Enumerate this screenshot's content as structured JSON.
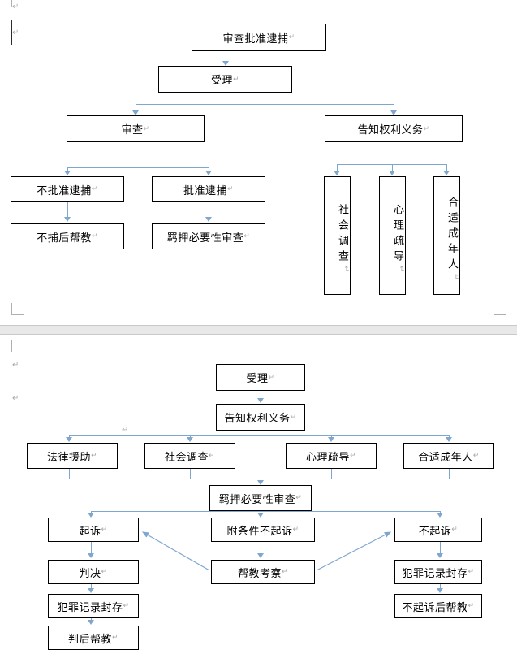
{
  "document": {
    "pilcrow_glyph": "↵",
    "connector_color": "#7FA7CE",
    "box_border_color": "#000000",
    "page_background": "#ffffff",
    "page_gap_color": "#e8e8e8"
  },
  "chart_data": [
    {
      "type": "diagram",
      "title": "审查批准逮捕",
      "nodes": [
        {
          "id": "n1",
          "label": "审查批准逮捕",
          "orientation": "horizontal"
        },
        {
          "id": "n2",
          "label": "受理",
          "orientation": "horizontal"
        },
        {
          "id": "n3",
          "label": "审查",
          "orientation": "horizontal"
        },
        {
          "id": "n4",
          "label": "告知权利义务",
          "orientation": "horizontal"
        },
        {
          "id": "n5",
          "label": "不批准逮捕",
          "orientation": "horizontal"
        },
        {
          "id": "n6",
          "label": "批准逮捕",
          "orientation": "horizontal"
        },
        {
          "id": "n7",
          "label": "不捕后帮教",
          "orientation": "horizontal"
        },
        {
          "id": "n8",
          "label": "羁押必要性审查",
          "orientation": "horizontal"
        },
        {
          "id": "n9",
          "label": "社会调查",
          "orientation": "vertical"
        },
        {
          "id": "n10",
          "label": "心理疏导",
          "orientation": "vertical"
        },
        {
          "id": "n11",
          "label": "合适成年人",
          "orientation": "vertical"
        }
      ],
      "edges": [
        {
          "from": "n1",
          "to": "n2"
        },
        {
          "from": "n2",
          "to": "n3"
        },
        {
          "from": "n2",
          "to": "n4"
        },
        {
          "from": "n3",
          "to": "n5"
        },
        {
          "from": "n3",
          "to": "n6"
        },
        {
          "from": "n5",
          "to": "n7"
        },
        {
          "from": "n6",
          "to": "n8"
        },
        {
          "from": "n4",
          "to": "n9"
        },
        {
          "from": "n4",
          "to": "n10"
        },
        {
          "from": "n4",
          "to": "n11"
        }
      ]
    },
    {
      "type": "diagram",
      "title": "受理",
      "nodes": [
        {
          "id": "m1",
          "label": "受理",
          "orientation": "horizontal"
        },
        {
          "id": "m2",
          "label": "告知权利义务",
          "orientation": "horizontal"
        },
        {
          "id": "m3",
          "label": "法律援助",
          "orientation": "horizontal"
        },
        {
          "id": "m4",
          "label": "社会调查",
          "orientation": "horizontal"
        },
        {
          "id": "m5",
          "label": "心理疏导",
          "orientation": "horizontal"
        },
        {
          "id": "m6",
          "label": "合适成年人",
          "orientation": "horizontal"
        },
        {
          "id": "m7",
          "label": "羁押必要性审查",
          "orientation": "horizontal"
        },
        {
          "id": "m8",
          "label": "起诉",
          "orientation": "horizontal"
        },
        {
          "id": "m9",
          "label": "附条件不起诉",
          "orientation": "horizontal"
        },
        {
          "id": "m10",
          "label": "不起诉",
          "orientation": "horizontal"
        },
        {
          "id": "m11",
          "label": "判决",
          "orientation": "horizontal"
        },
        {
          "id": "m12",
          "label": "帮教考察",
          "orientation": "horizontal"
        },
        {
          "id": "m13",
          "label": "犯罪记录封存",
          "orientation": "horizontal"
        },
        {
          "id": "m14",
          "label": "犯罪记录封存",
          "orientation": "horizontal"
        },
        {
          "id": "m15",
          "label": "不起诉后帮教",
          "orientation": "horizontal"
        },
        {
          "id": "m16",
          "label": "判后帮教",
          "orientation": "horizontal"
        }
      ],
      "edges": [
        {
          "from": "m1",
          "to": "m2"
        },
        {
          "from": "m2",
          "to": "m3"
        },
        {
          "from": "m2",
          "to": "m4"
        },
        {
          "from": "m2",
          "to": "m5"
        },
        {
          "from": "m2",
          "to": "m6"
        },
        {
          "from": "m3",
          "to": "m7"
        },
        {
          "from": "m4",
          "to": "m7"
        },
        {
          "from": "m5",
          "to": "m7"
        },
        {
          "from": "m6",
          "to": "m7"
        },
        {
          "from": "m7",
          "to": "m8"
        },
        {
          "from": "m7",
          "to": "m9"
        },
        {
          "from": "m7",
          "to": "m10"
        },
        {
          "from": "m8",
          "to": "m11"
        },
        {
          "from": "m9",
          "to": "m12"
        },
        {
          "from": "m10",
          "to": "m14"
        },
        {
          "from": "m11",
          "to": "m13"
        },
        {
          "from": "m12",
          "to": "m8"
        },
        {
          "from": "m12",
          "to": "m10"
        },
        {
          "from": "m13",
          "to": "m16"
        },
        {
          "from": "m14",
          "to": "m15"
        }
      ]
    }
  ]
}
